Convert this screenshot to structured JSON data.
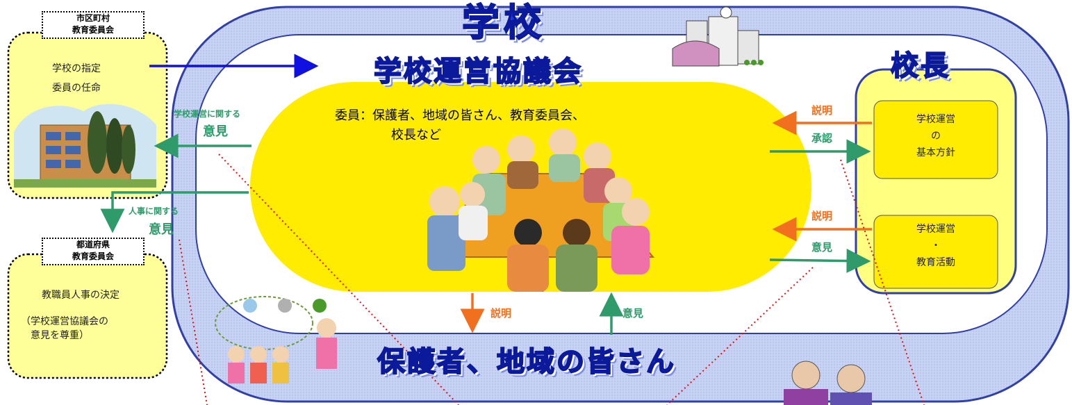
{
  "title_school": "学校",
  "council_title": "学校運営協議会",
  "principal_title": "校長",
  "parents_title": "保護者、地域の皆さん",
  "members": [
    "委員：保護者、地域の皆さん、教育委員会、",
    "校長など"
  ],
  "municipal": {
    "header": [
      "市区町村",
      "教育委員会"
    ],
    "lines": [
      "学校の指定",
      "委員の任命"
    ]
  },
  "prefecture": {
    "header": [
      "都道府県",
      "教育委員会"
    ],
    "lines": [
      "教職員人事の決定",
      "（学校運営協議会の",
      "　意見を尊重）"
    ]
  },
  "labels": {
    "opinion_school_small": "学校運営に関する",
    "opinion_school_big": "意見",
    "opinion_personnel_small": "人事に関する",
    "opinion_personnel_big": "意見",
    "explain_1": "説明",
    "approve": "承認",
    "explain_2": "説明",
    "opinion_2": "意見",
    "explain_bottom": "説明",
    "opinion_bottom": "意見"
  },
  "box_policy": [
    "学校運営",
    "の",
    "基本方針"
  ],
  "box_activity": [
    "学校運営",
    "・",
    "教育活動"
  ],
  "colors": {
    "outer_fill": "#c8d3f3",
    "outer_stroke": "#3040a8",
    "inner_fill": "#ffffff",
    "council_fill": "#ffec00",
    "principal_fill": "#ffff80",
    "side_box_fill": "#ffff99",
    "arrow_blue": "#1010e0",
    "arrow_green": "#2f9a6a",
    "arrow_orange": "#f07020",
    "dotted_red": "#e01010"
  }
}
